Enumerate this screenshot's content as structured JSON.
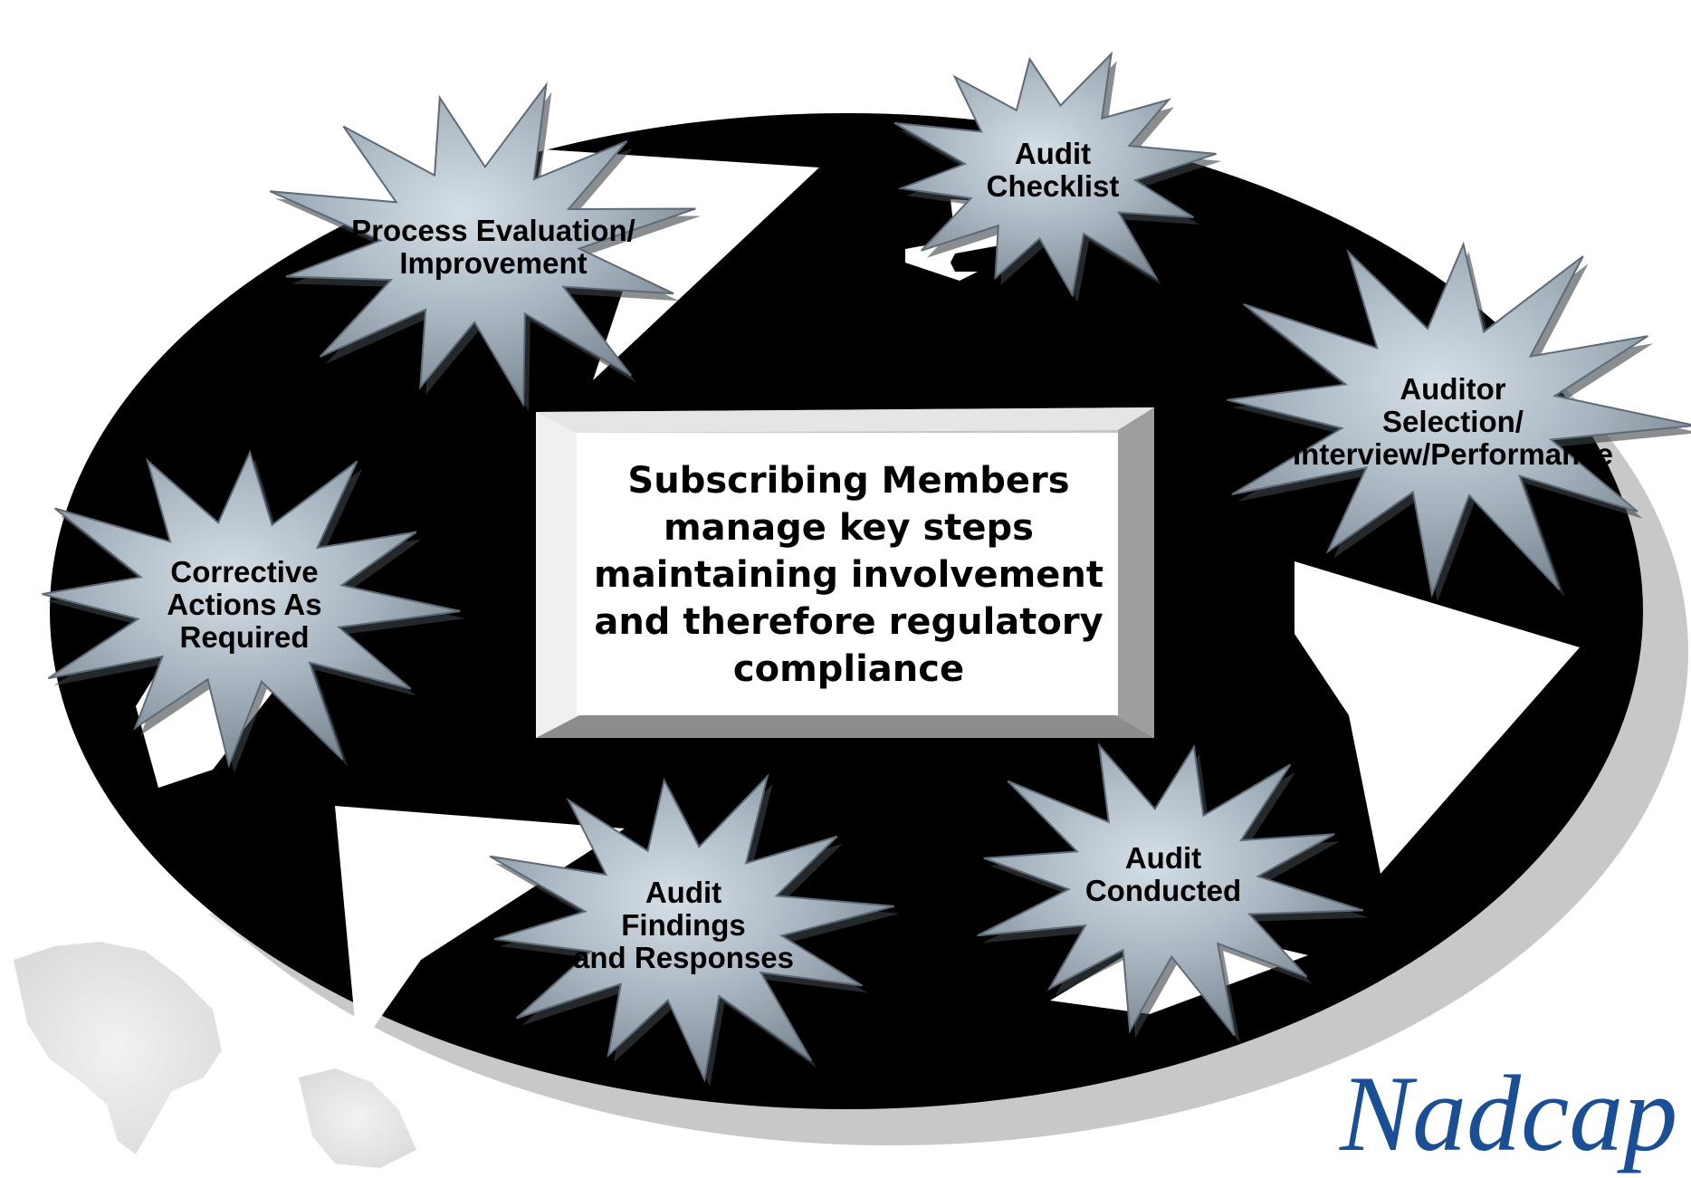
{
  "center_box": {
    "lines": [
      "Subscribing Members",
      "manage key steps",
      "maintaining involvement",
      "and therefore regulatory",
      "compliance"
    ]
  },
  "steps": [
    {
      "id": "audit-checklist",
      "lines": [
        "Audit",
        "Checklist"
      ]
    },
    {
      "id": "auditor-selection",
      "lines": [
        "Auditor",
        "Selection/",
        "Interview/Performance"
      ]
    },
    {
      "id": "audit-conducted",
      "lines": [
        "Audit",
        "Conducted"
      ]
    },
    {
      "id": "audit-findings",
      "lines": [
        "Audit",
        "Findings",
        "and Responses"
      ]
    },
    {
      "id": "corrective-actions",
      "lines": [
        "Corrective",
        "Actions As",
        "Required"
      ]
    },
    {
      "id": "process-evaluation",
      "lines": [
        "Process Evaluation/",
        "Improvement"
      ]
    }
  ],
  "logo": {
    "text": "Nadcap"
  },
  "colors": {
    "ring": "#000000",
    "ring_shadow": "#c8c8c8",
    "arrow_fill": "#ffffff",
    "star_fill": "#a9b6c1",
    "star_edge": "#5e6b76",
    "box_fill": "#ffffff",
    "box_bevel": "#bfbfbf",
    "logo": "#1b4f95"
  }
}
